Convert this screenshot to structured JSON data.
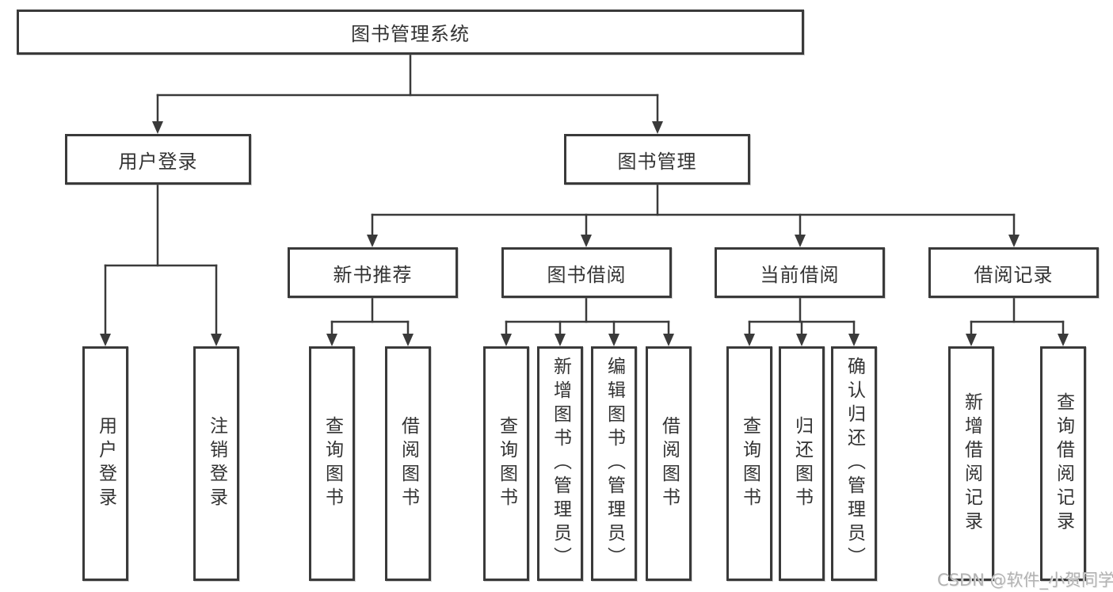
{
  "diagram": {
    "root": "图书管理系统",
    "user": {
      "label": "用户登录",
      "leaves": [
        "用户登录",
        "注销登录"
      ]
    },
    "mgmt": {
      "label": "图书管理",
      "sections": [
        {
          "label": "新书推荐",
          "leaves": [
            "查询图书",
            "借阅图书"
          ]
        },
        {
          "label": "图书借阅",
          "leaves": [
            "查询图书",
            "新增图书（管理员）",
            "编辑图书（管理员）",
            "借阅图书"
          ]
        },
        {
          "label": "当前借阅",
          "leaves": [
            "查询图书",
            "归还图书",
            "确认归还（管理员）"
          ]
        },
        {
          "label": "借阅记录",
          "leaves": [
            "新增借阅记录",
            "查询借阅记录"
          ]
        }
      ]
    }
  },
  "watermark": "CSDN @软件_小贺同学",
  "colors": {
    "line": "#3a3a3a",
    "text": "#333333",
    "watermark": "#b2b2b2",
    "background": "#ffffff"
  }
}
